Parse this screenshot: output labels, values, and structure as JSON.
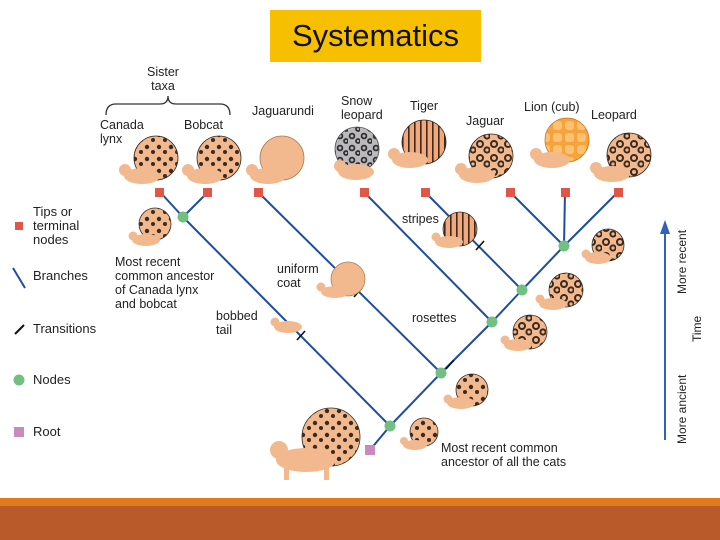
{
  "title": "Systematics",
  "taxa": {
    "sister": "Sister\ntaxa",
    "canada_lynx": "Canada\nlynx",
    "bobcat": "Bobcat",
    "jaguarundi": "Jaguarundi",
    "snow_leopard": "Snow\nleopard",
    "tiger": "Tiger",
    "jaguar": "Jaguar",
    "lion": "Lion (cub)",
    "leopard": "Leopard"
  },
  "legend": {
    "tips": "Tips or\nterminal\nnodes",
    "branches": "Branches",
    "transitions": "Transitions",
    "nodes": "Nodes",
    "root": "Root"
  },
  "annotations": {
    "stripes": "stripes",
    "uniform_coat": "uniform\ncoat",
    "rosettes": "rosettes",
    "bobbed_tail": "bobbed\ntail",
    "mrca_lynx_bobcat": "Most recent\ncommon ancestor\nof Canada lynx\nand bobcat",
    "mrca_all_cats": "Most recent common\nancestor of all the cats"
  },
  "time_axis": {
    "recent": "More recent",
    "time": "Time",
    "ancient": "More ancient"
  },
  "colors": {
    "branch": "#1f4e9c",
    "tip": "#e0574a",
    "node": "#72c080",
    "root": "#c98bbd",
    "title_bg": "#f6c000",
    "cat_body": "#f2b98f",
    "cat_spot": "#3a2a20",
    "band_orange": "#e07a1c",
    "band_rust": "#b85a2a",
    "arrow": "#2f62b8"
  }
}
